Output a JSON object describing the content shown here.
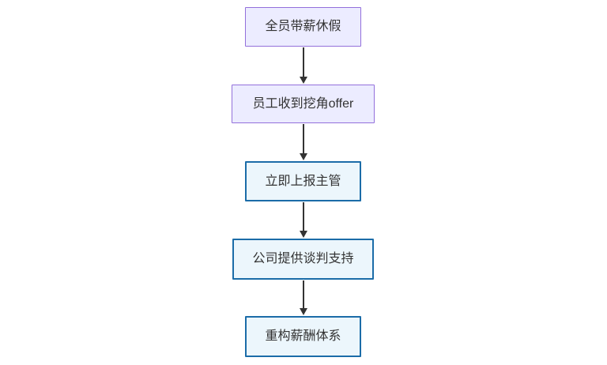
{
  "diagram": {
    "type": "flowchart",
    "direction": "top-down",
    "nodes": [
      {
        "id": "A",
        "label": "全员带薪休假",
        "style": "purple"
      },
      {
        "id": "B",
        "label": "员工收到挖角offer",
        "style": "purple"
      },
      {
        "id": "C",
        "label": "立即上报主管",
        "style": "blue"
      },
      {
        "id": "D",
        "label": "公司提供谈判支持",
        "style": "blue"
      },
      {
        "id": "E",
        "label": "重构薪酬体系",
        "style": "blue"
      }
    ],
    "edges": [
      {
        "from": "A",
        "to": "B",
        "arrow": "down"
      },
      {
        "from": "B",
        "to": "C",
        "arrow": "down"
      },
      {
        "from": "C",
        "to": "D",
        "arrow": "down"
      },
      {
        "from": "D",
        "to": "E",
        "arrow": "down"
      }
    ]
  },
  "colors": {
    "purple_fill": "#ececff",
    "purple_border": "#9370db",
    "blue_fill": "#ecf6fc",
    "blue_border": "#1b6ca8",
    "edge_color": "#333333",
    "text": "#333333",
    "background": "#ffffff"
  }
}
